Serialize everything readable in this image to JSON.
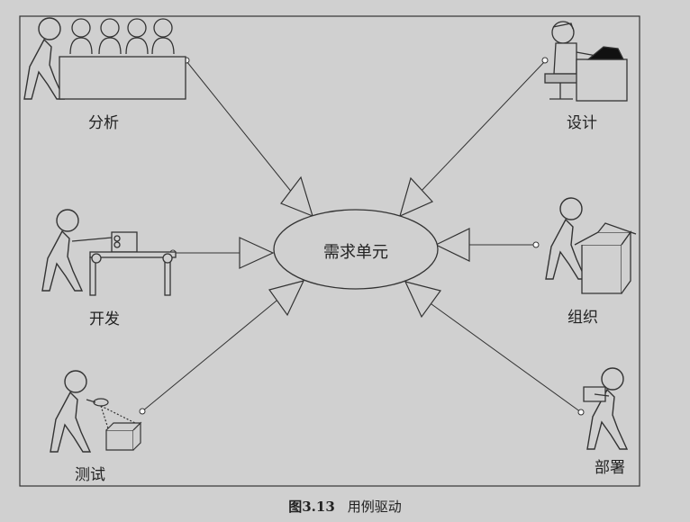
{
  "diagram": {
    "center_label": "需求单元",
    "nodes": {
      "analysis": "分析",
      "design": "设计",
      "development": "开发",
      "organization": "组织",
      "testing": "测试",
      "deployment": "部署"
    }
  },
  "caption": {
    "figure_number": "图3.13",
    "title": "用例驱动"
  },
  "colors": {
    "background": "#d0d0d0",
    "stroke": "#333333"
  }
}
